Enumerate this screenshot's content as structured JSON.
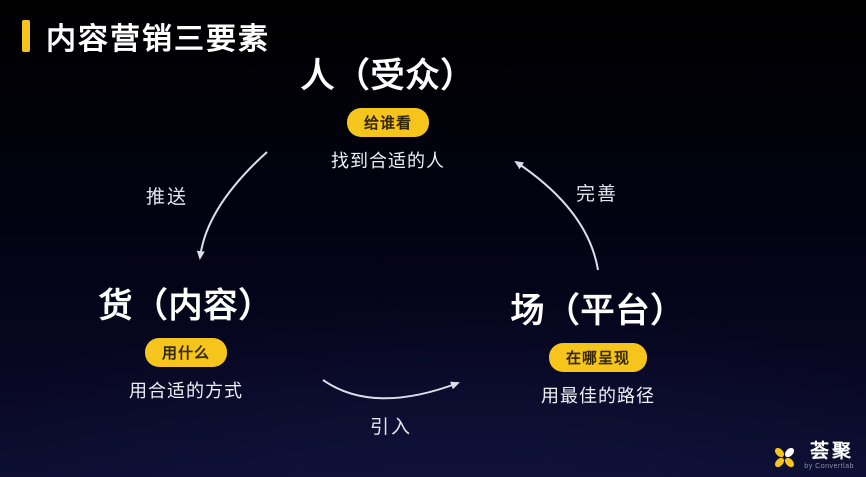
{
  "slide": {
    "title": "内容营销三要素"
  },
  "nodes": [
    {
      "id": "audience",
      "heading": "人（受众）",
      "badge": "给谁看",
      "desc": "找到合适的人"
    },
    {
      "id": "content",
      "heading": "货（内容）",
      "badge": "用什么",
      "desc": "用合适的方式"
    },
    {
      "id": "platform",
      "heading": "场（平台）",
      "badge": "在哪呈现",
      "desc": "用最佳的路径"
    }
  ],
  "arrows": [
    {
      "label": "推送",
      "from": "audience",
      "to": "content"
    },
    {
      "label": "引入",
      "from": "content",
      "to": "platform"
    },
    {
      "label": "完善",
      "from": "platform",
      "to": "audience"
    }
  ],
  "logo": {
    "name": "荟聚",
    "byline": "by Convertlab"
  },
  "colors": {
    "accent_yellow": "#f5c51b",
    "badge_text": "#332600",
    "arrow_stroke": "#dcdeea",
    "bg_top": "#000000",
    "bg_bottom": "#0b0c2e",
    "heading_text": "#ffffff"
  }
}
